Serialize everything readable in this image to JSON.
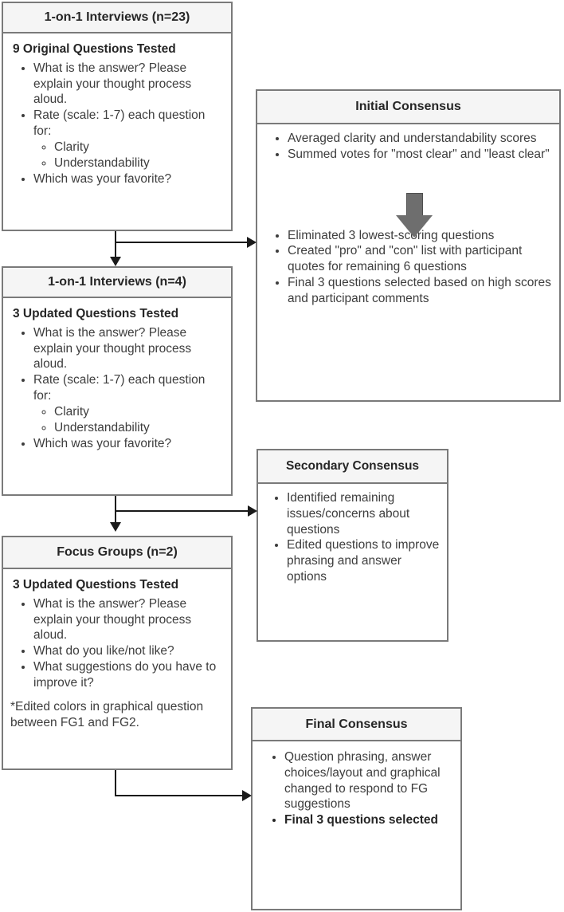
{
  "diagram": {
    "title": "Question development process flow",
    "colors": {
      "box_border": "#7a7a7a",
      "header_fill": "#f5f5f5",
      "text": "#3d3d3d",
      "heading_text": "#262626",
      "connector": "#1a1a1a",
      "big_arrow": "#6e6e6e"
    }
  },
  "nodes": {
    "interviews23": {
      "header": "1-on-1 Interviews (n=23)",
      "subtitle": "9 Original Questions Tested",
      "bullets": [
        {
          "text": "What is the answer? Please explain your thought process aloud."
        },
        {
          "text": "Rate (scale: 1-7) each question for:",
          "sub": [
            "Clarity",
            "Understandability"
          ]
        },
        {
          "text": "Which was your favorite?"
        }
      ]
    },
    "initial_consensus": {
      "header": "Initial Consensus",
      "bullets_before": [
        "Averaged clarity and understandability scores",
        "Summed votes for \"most clear\" and \"least clear\""
      ],
      "arrow_icon": "down-arrow-icon",
      "bullets_after": [
        "Eliminated 3 lowest-scoring questions",
        "Created \"pro\" and \"con\" list with participant quotes for remaining 6 questions",
        "Final 3 questions selected based on high scores and participant comments"
      ]
    },
    "interviews4": {
      "header": "1-on-1 Interviews (n=4)",
      "subtitle": "3 Updated Questions Tested",
      "bullets": [
        {
          "text": "What is the answer? Please explain your thought process aloud."
        },
        {
          "text": "Rate (scale: 1-7) each question for:",
          "sub": [
            "Clarity",
            "Understandability"
          ]
        },
        {
          "text": "Which was your favorite?"
        }
      ]
    },
    "secondary_consensus": {
      "header": "Secondary Consensus",
      "bullets": [
        "Identified remaining issues/concerns about questions",
        "Edited questions to improve phrasing and answer options"
      ]
    },
    "focus_groups": {
      "header": "Focus Groups (n=2)",
      "subtitle": "3 Updated Questions Tested",
      "bullets": [
        {
          "text": "What is the answer? Please explain your thought process aloud."
        },
        {
          "text": "What do you like/not like?"
        },
        {
          "text": "What suggestions do you have to improve it?"
        }
      ],
      "footnote": "*Edited colors in graphical question between FG1 and FG2."
    },
    "final_consensus": {
      "header": "Final Consensus",
      "bullets": [
        {
          "text": "Question phrasing, answer choices/layout and graphical changed to respond to FG suggestions",
          "bold": false
        },
        {
          "text": "Final 3 questions selected",
          "bold": true
        }
      ]
    }
  }
}
